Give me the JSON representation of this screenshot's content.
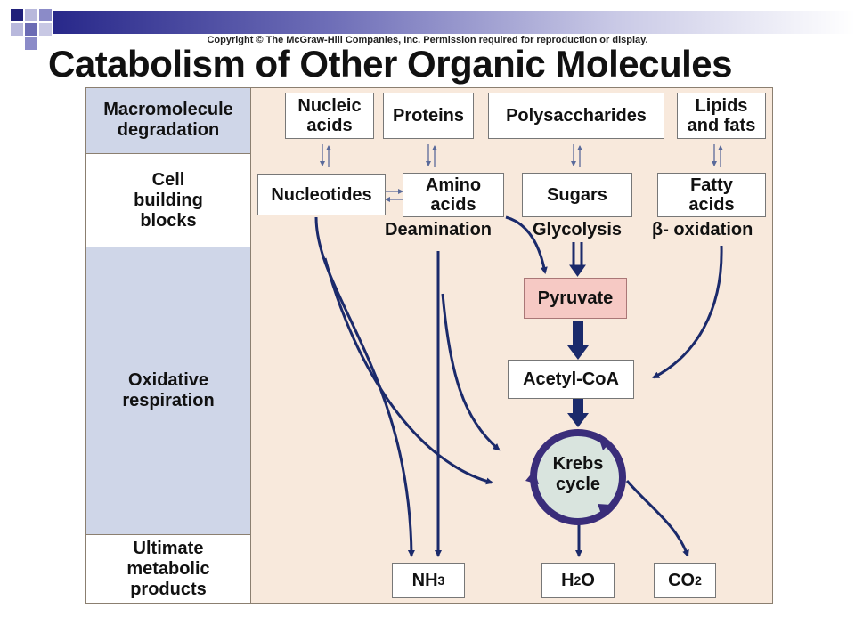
{
  "header": {
    "copyright": "Copyright © The McGraw-Hill Companies, Inc. Permission required for reproduction or display.",
    "title": "Catabolism of Other Organic Molecules"
  },
  "rows": {
    "macromolecule": "Macromolecule degradation",
    "building_blocks": "Cell building blocks",
    "oxidative": "Oxidative respiration",
    "products": "Ultimate metabolic products"
  },
  "macromolecules": {
    "nucleic_acids": "Nucleic acids",
    "proteins": "Proteins",
    "polysaccharides": "Polysaccharides",
    "lipids": "Lipids and fats"
  },
  "blocks": {
    "nucleotides": "Nucleotides",
    "amino_acids": "Amino acids",
    "sugars": "Sugars",
    "fatty_acids": "Fatty acids"
  },
  "processes": {
    "deamination": "Deamination",
    "glycolysis": "Glycolysis",
    "beta_oxidation": "β- oxidation"
  },
  "intermediates": {
    "pyruvate": "Pyruvate",
    "acetyl_coa": "Acetyl-CoA",
    "krebs": "Krebs cycle"
  },
  "products": {
    "nh3": "NH",
    "nh3_sub": "3",
    "h2o_h": "H",
    "h2o_sub": "2",
    "h2o_o": "O",
    "co2": "CO",
    "co2_sub": "2"
  },
  "colors": {
    "arrow": "#1b2a6b",
    "label_column": "#cfd6e8",
    "panel": "#f8e9dc",
    "pyruvate": "#f6c9c4",
    "krebs_ring": "#3a2d7a",
    "krebs_fill": "#d9e4de"
  }
}
